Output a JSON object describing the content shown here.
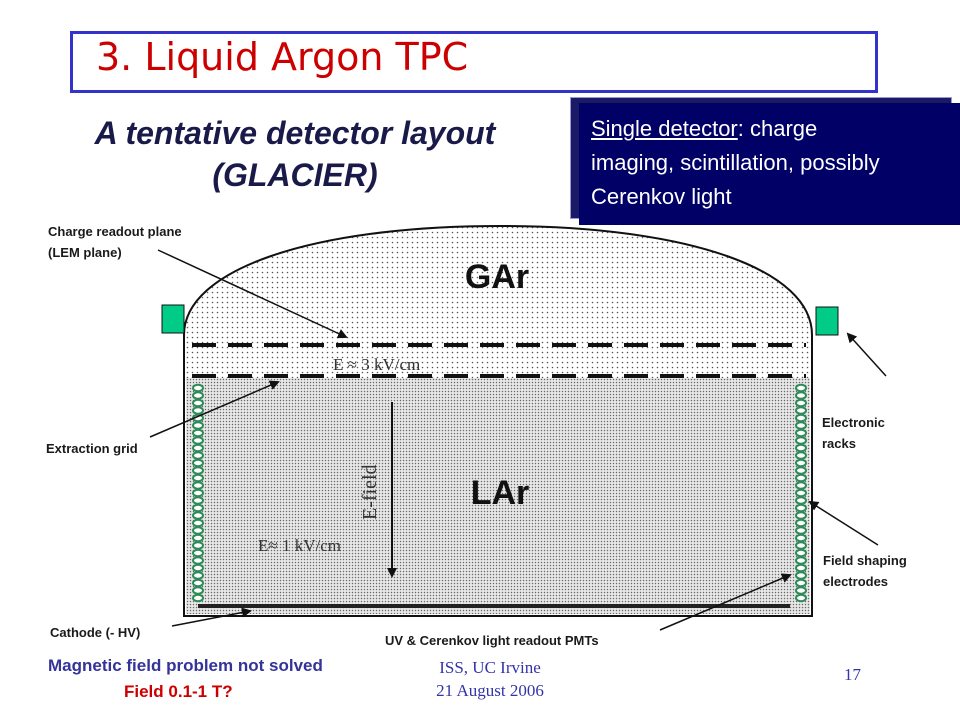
{
  "slide": {
    "title": "3. Liquid Argon TPC",
    "subtitle_line1": "A tentative detector layout",
    "subtitle_line2": "(GLACIER)",
    "callout": {
      "underlined": "Single detector",
      "rest_line1": ": charge",
      "line2": "imaging, scintillation, possibly",
      "line3": "Cerenkov light"
    },
    "colors": {
      "title": "#cc0000",
      "title_border": "#3333cc",
      "callout_bg": "#000066",
      "electrode": "#2e8b57",
      "rack": "#00cc88",
      "footer_red": "#cc0000"
    }
  },
  "diagram": {
    "gas_label": "GAr",
    "liquid_label": "LAr",
    "field_upper": "E ≈ 3 kV/cm",
    "field_lower": "E≈ 1 kV/cm",
    "field_axis": "E-field",
    "labels": {
      "charge_readout_1": "Charge readout plane",
      "charge_readout_2": "(LEM plane)",
      "extraction_grid": "Extraction grid",
      "cathode": "Cathode (- HV)",
      "electronic_racks_1": "Electronic",
      "electronic_racks_2": "racks",
      "field_shaping_1": "Field shaping",
      "field_shaping_2": "electrodes",
      "pmt_readout": "UV & Cerenkov light readout  PMTs"
    }
  },
  "footer": {
    "problem": "Magnetic field problem not solved",
    "field_question": "Field 0.1-1 T?",
    "venue": "ISS, UC Irvine",
    "date": "21 August 2006",
    "page_number": "17"
  }
}
